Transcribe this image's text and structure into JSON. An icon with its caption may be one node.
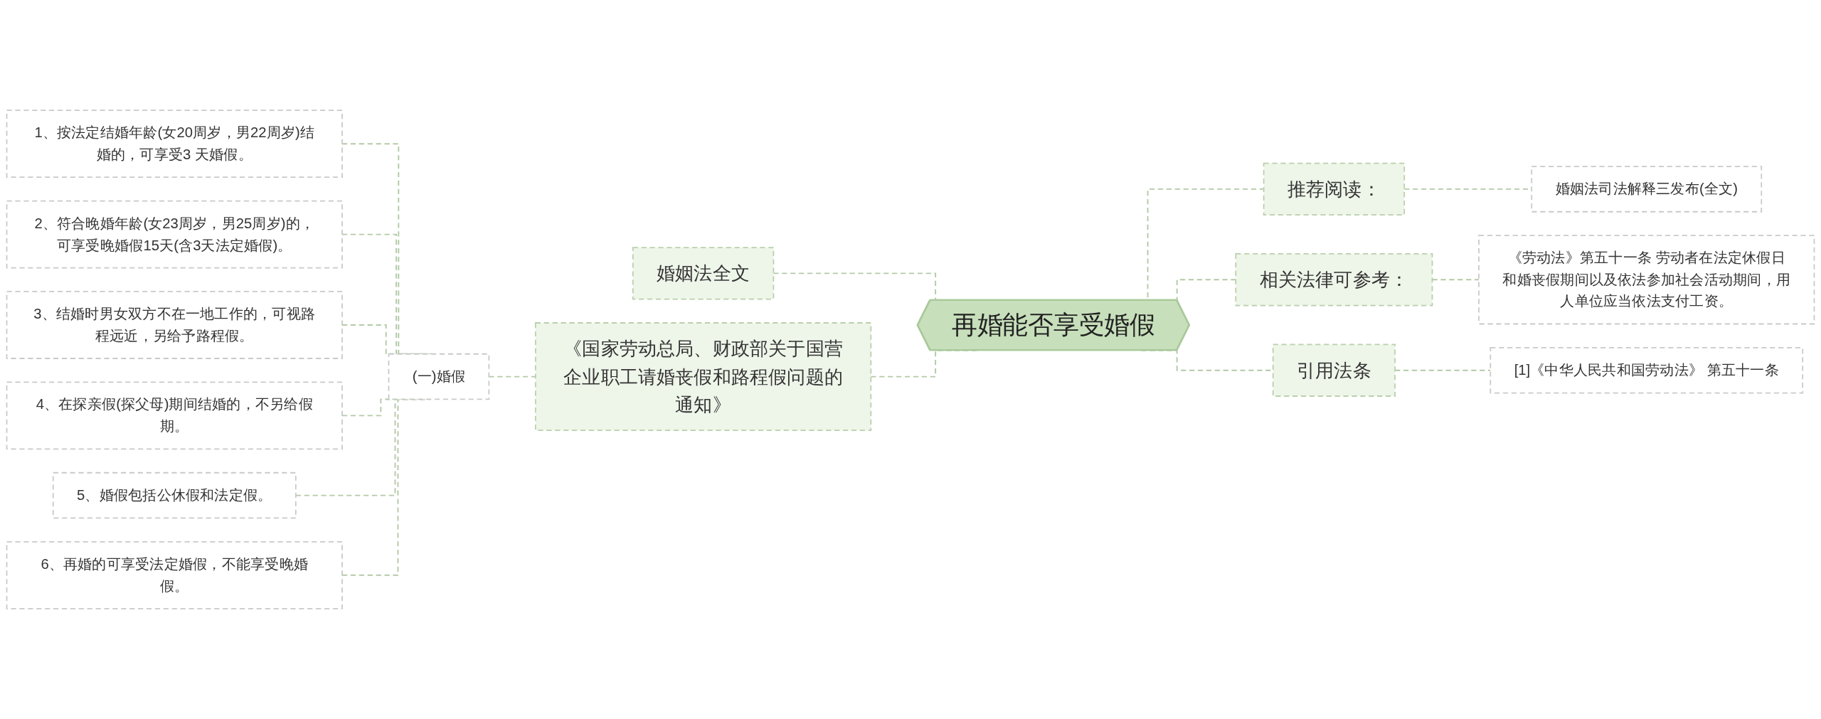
{
  "diagram": {
    "nodes": [
      {
        "text": [
          "再婚能否享受婚假"
        ]
      },
      {
        "text": [
          "婚姻法全文"
        ]
      },
      {
        "text": [
          "《国家劳动总局、财政部关于国营企业职工请婚丧假和路程假问题的通知》"
        ]
      },
      {
        "text": [
          "(一)婚假"
        ]
      },
      {
        "text": [
          "1、按法定结婚年龄(女20周岁，男22周岁)结婚的，可享受3 天婚假。"
        ]
      },
      {
        "text": [
          "2、符合晚婚年龄(女23周岁，男25周岁)的，可享受晚婚假15天(含3天法定婚假)。"
        ]
      },
      {
        "text": [
          "3、结婚时男女双方不在一地工作的，可视路程远近，另给予路程假。"
        ]
      },
      {
        "text": [
          "4、在探亲假(探父母)期间结婚的，不另给假期。"
        ]
      },
      {
        "text": [
          "5、婚假包括公休假和法定假。"
        ]
      },
      {
        "text": [
          "6、再婚的可享受法定婚假，不能享受晚婚假。"
        ]
      },
      {
        "text": [
          "推荐阅读："
        ]
      },
      {
        "text": [
          "婚姻法司法解释三发布(全文)"
        ]
      },
      {
        "text": [
          "相关法律可参考："
        ]
      },
      {
        "text": [
          "《劳动法》第五十一条 劳动者在法定休假日和婚丧假期间以及依法参加社会活动期间，用人单位应当依法支付工资。"
        ]
      },
      {
        "text": [
          "引用法条"
        ]
      },
      {
        "text": [
          "[1]《中华人民共和国劳动法》 第五十一条"
        ]
      }
    ],
    "edges": [
      {
        "from": 1,
        "to": 0,
        "arrow": "none",
        "style": "dashed"
      },
      {
        "from": 2,
        "to": 0,
        "arrow": "none",
        "style": "dashed"
      },
      {
        "from": 3,
        "to": 2,
        "arrow": "none",
        "style": "dashed"
      },
      {
        "from": 4,
        "to": 3,
        "arrow": "none",
        "style": "dashed"
      },
      {
        "from": 5,
        "to": 3,
        "arrow": "none",
        "style": "dashed"
      },
      {
        "from": 6,
        "to": 3,
        "arrow": "none",
        "style": "dashed"
      },
      {
        "from": 7,
        "to": 3,
        "arrow": "none",
        "style": "dashed"
      },
      {
        "from": 8,
        "to": 3,
        "arrow": "none",
        "style": "dashed"
      },
      {
        "from": 9,
        "to": 3,
        "arrow": "none",
        "style": "dashed"
      },
      {
        "from": 0,
        "to": 10,
        "arrow": "none",
        "style": "dashed"
      },
      {
        "from": 10,
        "to": 11,
        "arrow": "none",
        "style": "dashed"
      },
      {
        "from": 0,
        "to": 12,
        "arrow": "none",
        "style": "dashed"
      },
      {
        "from": 12,
        "to": 13,
        "arrow": "none",
        "style": "dashed"
      },
      {
        "from": 0,
        "to": 14,
        "arrow": "none",
        "style": "dashed"
      },
      {
        "from": 14,
        "to": 15,
        "arrow": "none",
        "style": "dashed"
      }
    ]
  }
}
